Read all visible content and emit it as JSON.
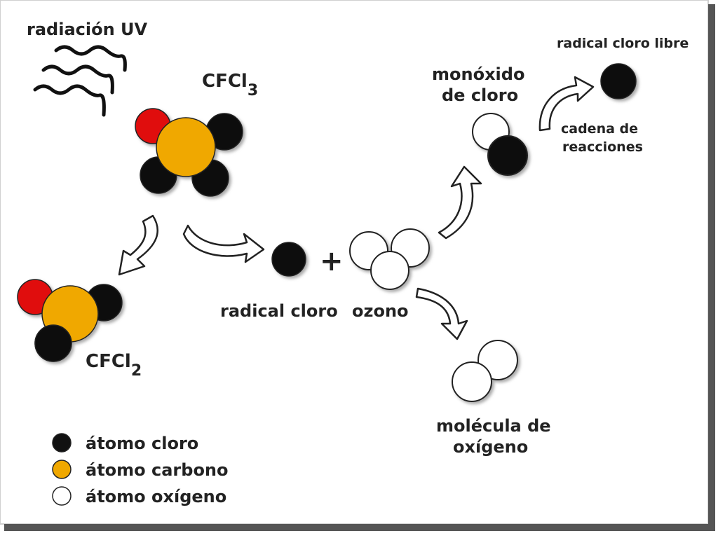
{
  "labels": {
    "uv": "radiación UV",
    "cfcl3_main": "CFCl",
    "cfcl3_sub": "3",
    "cfcl2_main": "CFCl",
    "cfcl2_sub": "2",
    "radical_cloro": "radical cloro",
    "plus": "+",
    "ozono": "ozono",
    "monoxido_line1": "monóxido",
    "monoxido_line2": "de cloro",
    "radical_libre": "radical cloro libre",
    "cadena_line1": "cadena de",
    "cadena_line2": "reacciones",
    "oxigeno_line1": "molécula de",
    "oxigeno_line2": "oxígeno"
  },
  "legend": [
    {
      "label": "átomo cloro",
      "color": "#111111"
    },
    {
      "label": "átomo carbono",
      "color": "#f0a800"
    },
    {
      "label": "átomo oxígeno",
      "color": "#ffffff"
    }
  ],
  "colors": {
    "chlorine": "#111111",
    "carbon": "#f0a800",
    "fluorine": "#e01010",
    "oxygen": "#ffffff",
    "frame_shadow": "#555555"
  }
}
